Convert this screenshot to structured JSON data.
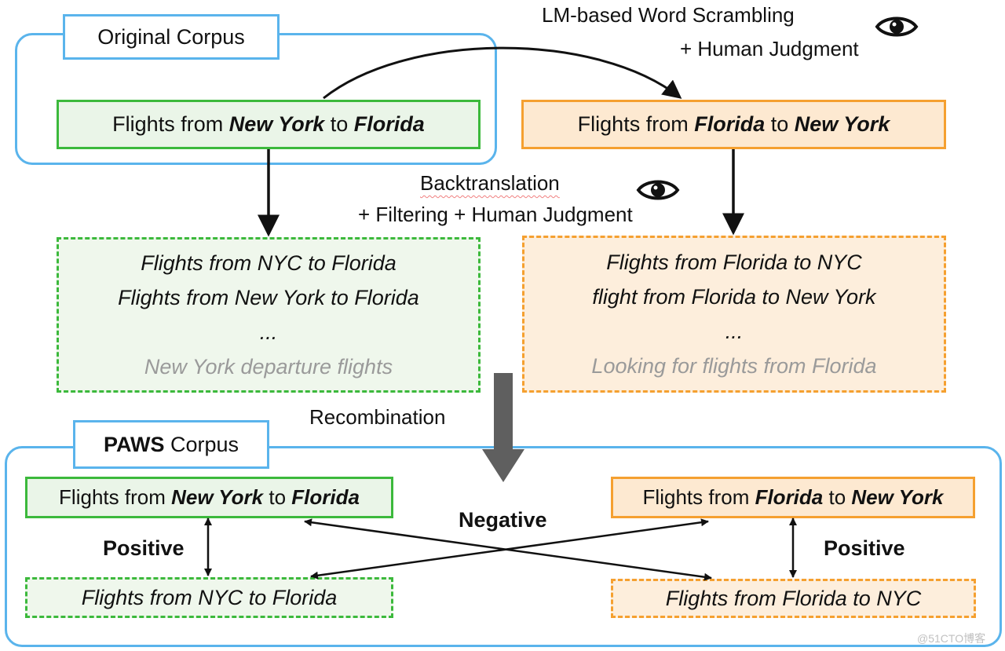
{
  "original": {
    "tag": "Original Corpus",
    "prefix": "Flights from ",
    "a": "New York",
    "mid": " to ",
    "b": "Florida"
  },
  "scrambled": {
    "prefix": "Flights from ",
    "a": "Florida",
    "mid": " to ",
    "b": "New York"
  },
  "scrambling_label": {
    "line1": "LM-based Word Scrambling",
    "line2": "+ Human Judgment"
  },
  "backtranslation_label": {
    "line1": "Backtranslation",
    "line2": "+ Filtering + Human Judgment"
  },
  "backtranslations_left": {
    "items": [
      "Flights from NYC to Florida",
      "Flights from New York to Florida",
      "..."
    ],
    "faded": "New York departure flights"
  },
  "backtranslations_right": {
    "items": [
      "Flights from Florida to NYC",
      "flight from Florida to New York",
      "..."
    ],
    "faded": "Looking for flights from Florida"
  },
  "recombination_label": "Recombination",
  "paws": {
    "tag_bold": "PAWS",
    "tag_rest": " Corpus",
    "left_top": {
      "prefix": "Flights from ",
      "a": "New York",
      "mid": " to ",
      "b": "Florida"
    },
    "right_top": {
      "prefix": "Flights from ",
      "a": "Florida",
      "mid": " to ",
      "b": "New York"
    },
    "left_bottom": "Flights from NYC to Florida",
    "right_bottom": "Flights from Florida to NYC",
    "positive_left": "Positive",
    "positive_right": "Positive",
    "negative": "Negative"
  },
  "watermark": "@51CTO博客",
  "colors": {
    "blue": "#5ab4ec",
    "green": "#3cb93c",
    "orange": "#f5a030",
    "gray_arrow": "#5f5f5f"
  },
  "icons": [
    "eye-icon",
    "eye-icon"
  ]
}
